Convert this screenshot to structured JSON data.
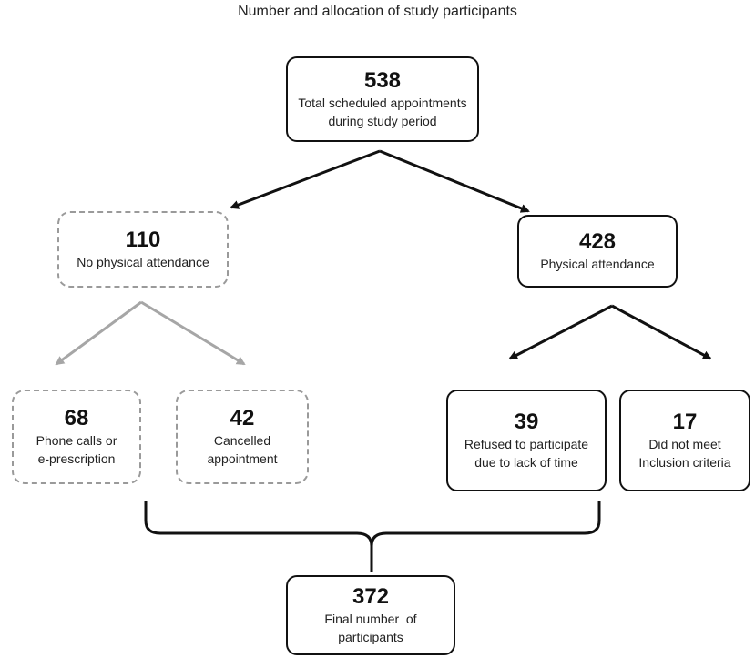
{
  "title": "Number and allocation of study participants",
  "nodes": {
    "total": {
      "count": "538",
      "label_line1": "Total scheduled appointments",
      "label_line2": "during study period"
    },
    "no_attend": {
      "count": "110",
      "label_line1": "No physical attendance"
    },
    "attend": {
      "count": "428",
      "label_line1": "Physical attendance"
    },
    "phone": {
      "count": "68",
      "label_line1": "Phone calls or",
      "label_line2": "e-prescription"
    },
    "cancelled": {
      "count": "42",
      "label_line1": "Cancelled",
      "label_line2": "appointment"
    },
    "refused": {
      "count": "39",
      "label_line1": "Refused to participate",
      "label_line2": "due to lack of time"
    },
    "inclusion": {
      "count": "17",
      "label_line1": "Did not meet",
      "label_line2": "Inclusion criteria"
    },
    "final": {
      "count": "372",
      "label_line1": "Final number  of",
      "label_line2": "participants"
    }
  },
  "colors": {
    "solid_border": "#111111",
    "dashed_border": "#9a9a9a",
    "gray_arrow": "#a6a6a6"
  }
}
